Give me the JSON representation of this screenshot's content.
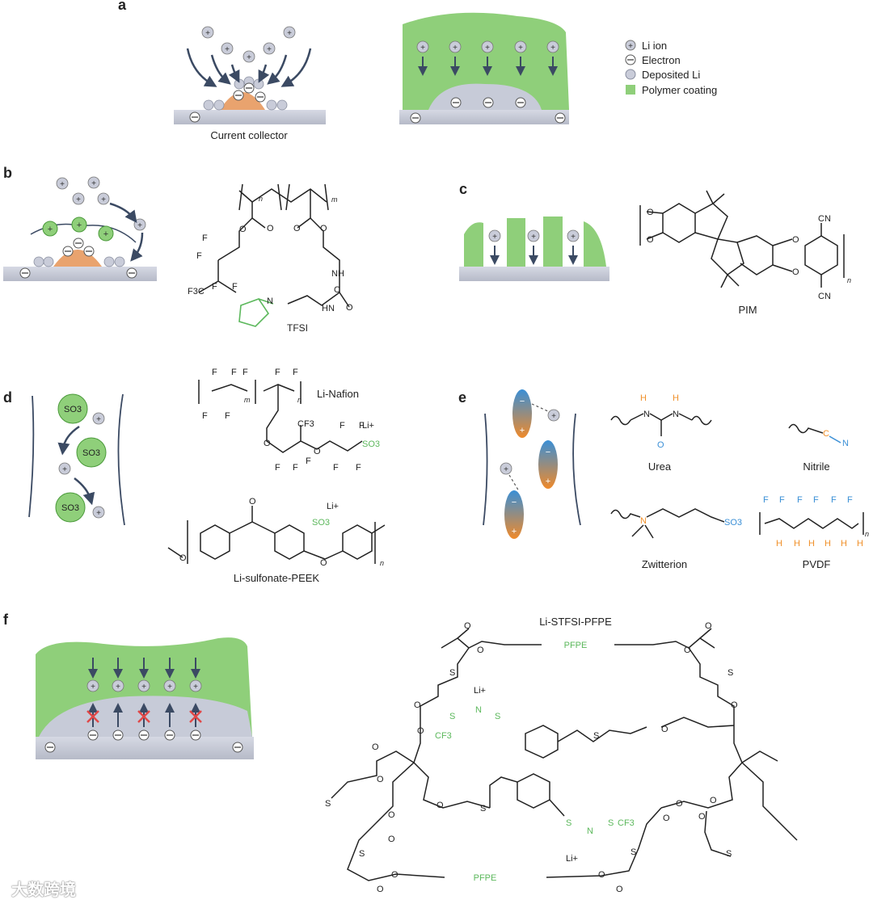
{
  "panels": {
    "a": "a",
    "b": "b",
    "c": "c",
    "d": "d",
    "e": "e",
    "f": "f"
  },
  "legend": [
    {
      "icon": "li-ion-icon",
      "text": "Li ion"
    },
    {
      "icon": "electron-icon",
      "text": "Electron"
    },
    {
      "icon": "deposited-li-icon",
      "text": "Deposited Li"
    },
    {
      "icon": "polymer-coating-icon",
      "text": "Polymer coating"
    }
  ],
  "captions": {
    "current_collector": "Current collector",
    "pim": "PIM",
    "li_nafion": "Li-Nafion",
    "li_sulfonate_peek": "Li-sulfonate-PEEK",
    "urea": "Urea",
    "nitrile": "Nitrile",
    "zwitterion": "Zwitterion",
    "pvdf": "PVDF",
    "li_stfsi_pfpe": "Li-STFSI-PFPE"
  },
  "chem": {
    "tfsi": "TFSI",
    "f3c": "F3C",
    "cn": "CN",
    "li_plus": "Li+",
    "so3": "SO3",
    "cf3": "CF3",
    "pfpe": "PFPE"
  },
  "colors": {
    "polymer": "#8fcf7a",
    "electrode": "#c7cbd8",
    "ion": "#c9ccd9",
    "dark": "#3b4a63",
    "electron_border": "#555"
  },
  "watermark": "大数跨境"
}
